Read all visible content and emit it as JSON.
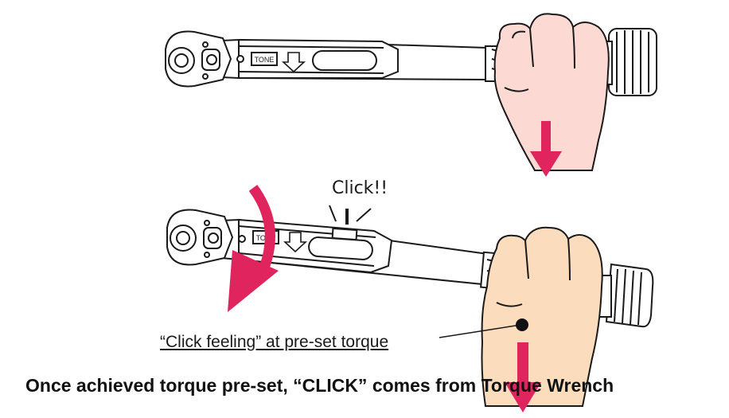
{
  "labels": {
    "click": "Click!!",
    "click_feeling": "“Click feeling” at pre-set  torque",
    "caption": "Once achieved torque pre-set, “CLICK” comes from Torque Wrench",
    "badge": "TONE",
    "badge2": "TONE"
  },
  "colors": {
    "arrow": "#e0245e",
    "hand_top": "#fcd9d2",
    "hand_bottom": "#fbdcbc",
    "outline": "#1a1a1a"
  },
  "icons": [
    "ratchet-head-icon",
    "direction-arrow-icon",
    "knurled-grip-icon",
    "rotation-arrow-icon",
    "down-arrow-icon"
  ]
}
